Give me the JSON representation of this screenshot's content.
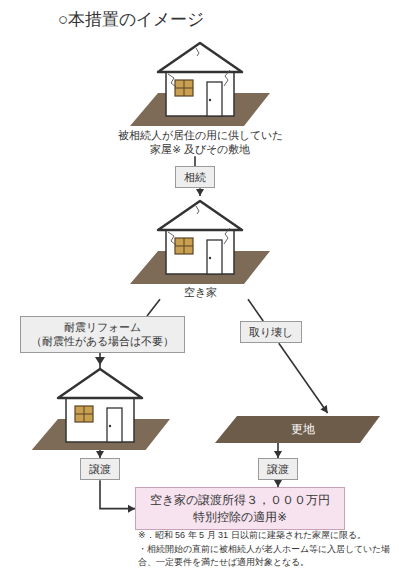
{
  "diagram": {
    "title": "○本措置のイメージ",
    "nodes": [
      {
        "text": [
          "被相続人が居住の用に供していた 家屋※ 及びその敷地"
        ]
      },
      {
        "text": [
          "相続"
        ]
      },
      {
        "text": [
          "空き家"
        ]
      },
      {
        "text": [
          "耐震リフォーム （耐震性がある場合は不要）"
        ]
      },
      {
        "text": [
          "取り壊し"
        ]
      },
      {
        "text": [
          "更地"
        ]
      },
      {
        "text": [
          "譲渡"
        ]
      },
      {
        "text": [
          "譲渡"
        ]
      },
      {
        "text": [
          "空き家の譲渡所得３，０００万円 特別控除の適用※"
        ]
      }
    ],
    "edges": [
      {
        "from": 0,
        "to": 1,
        "arrow": "none"
      },
      {
        "from": 1,
        "to": 2,
        "arrow": "to"
      },
      {
        "from": 2,
        "to": 3,
        "arrow": "none"
      },
      {
        "from": 3,
        "to": 6,
        "arrow": "to"
      },
      {
        "from": 2,
        "to": 4,
        "arrow": "none"
      },
      {
        "from": 4,
        "to": 5,
        "arrow": "to"
      },
      {
        "from": 5,
        "to": 7,
        "arrow": "to"
      },
      {
        "from": 6,
        "to": 8,
        "arrow": "to"
      },
      {
        "from": 7,
        "to": 8,
        "arrow": "to"
      }
    ],
    "labels": [
      "※．昭和 56 年 5 月 31 日以前に建築された家屋に限る。",
      "・相続開始の直前に被相続人が老人ホーム等に入居していた場合、一定要件を満たせば適用対象となる。"
    ]
  }
}
